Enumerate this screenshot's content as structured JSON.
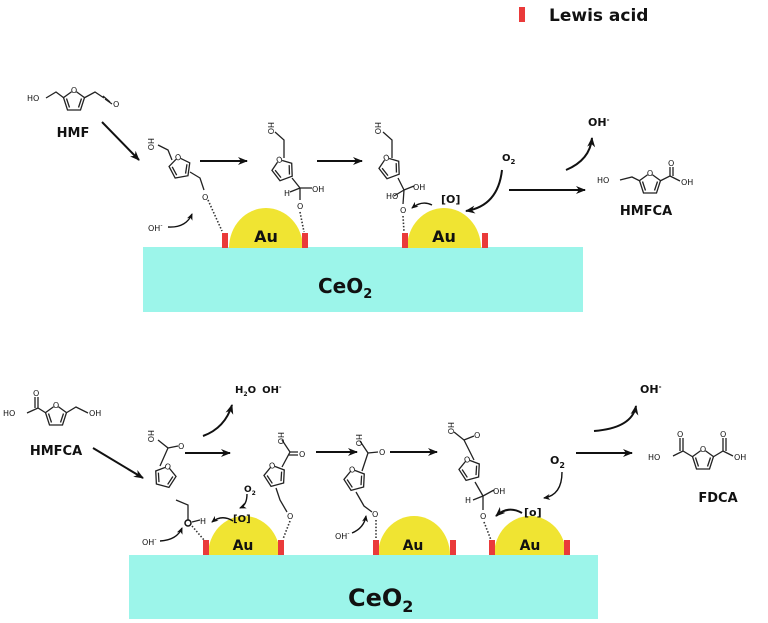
{
  "legend": {
    "label": "Lewis acid",
    "color": "#ea3a3a"
  },
  "colors": {
    "support": "#9cf5ea",
    "gold": "#f0e432",
    "lewis_site": "#ea3a3a"
  },
  "top": {
    "reactant": "HMF",
    "product": "HMFCA",
    "support": {
      "main": "CeO",
      "sub": "2"
    },
    "au1": "Au",
    "au2": "Au",
    "hydroxide": "OH",
    "hydroxide_sup": "-",
    "oxygen": {
      "main": "O",
      "sub": "2"
    },
    "active_o": "[O]",
    "released": "OH",
    "released_sup": "-"
  },
  "bottom": {
    "reactant": "HMFCA",
    "product": "FDCA",
    "support": {
      "main": "CeO",
      "sub": "2"
    },
    "au1": "Au",
    "au2": "Au",
    "au3": "Au",
    "hydroxide1": "OH",
    "hydroxide2": "OH",
    "hydroxide_sup": "-",
    "oxygen1": {
      "main": "O",
      "sub": "2"
    },
    "oxygen2": {
      "main": "O",
      "sub": "2"
    },
    "active_o1": "[O]",
    "active_o2": "[o]",
    "released1": {
      "h2o_main": "H",
      "h2o_sub": "2",
      "h2o_end": "O",
      "oh": "OH",
      "sup": "-"
    },
    "released2": "OH",
    "released2_sup": "-"
  }
}
